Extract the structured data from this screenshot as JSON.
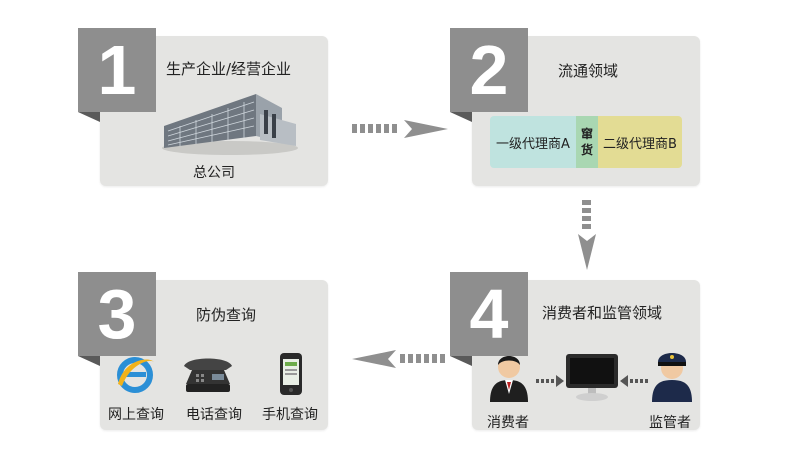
{
  "steps": [
    {
      "number": "1",
      "title": "生产企业/经营企业",
      "caption": "总公司"
    },
    {
      "number": "2",
      "title": "流通领域",
      "agent_a": "一级代理商A",
      "middle": [
        "窜",
        "货"
      ],
      "agent_b": "二级代理商B"
    },
    {
      "number": "3",
      "title": "防伪查询",
      "methods": [
        "网上查询",
        "电话查询",
        "手机查询"
      ]
    },
    {
      "number": "4",
      "title": "消费者和监管领域",
      "left_label": "消费者",
      "right_label": "监管者"
    }
  ],
  "icons": {
    "building": "building-icon",
    "ie": "browser-icon",
    "phone": "telephone-icon",
    "mobile": "mobile-phone-icon",
    "consumer": "consumer-person-icon",
    "monitor": "monitor-icon",
    "supervisor": "supervisor-person-icon"
  },
  "colors": {
    "card": "#e4e4e2",
    "number_block": "#8e8e8e",
    "agent_a": "#bfe3df",
    "middle": "#a9d7b2",
    "agent_b": "#e3dc94",
    "arrow": "#8f8f8f"
  }
}
